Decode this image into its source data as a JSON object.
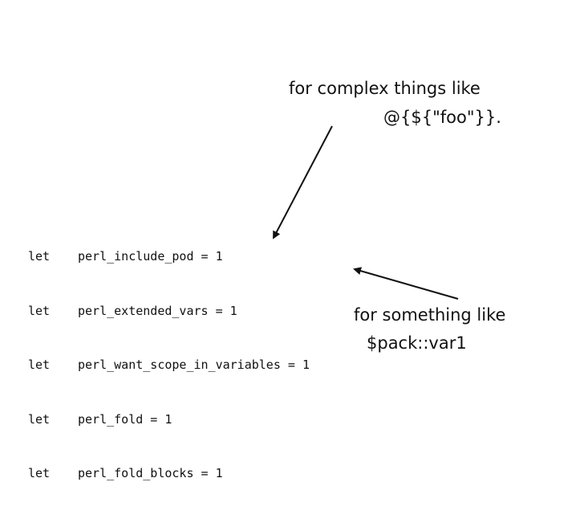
{
  "code": {
    "lines": [
      {
        "keyword": "let",
        "text": "perl_include_pod = 1"
      },
      {
        "keyword": "let",
        "text": "perl_extended_vars = 1"
      },
      {
        "keyword": "let",
        "text": "perl_want_scope_in_variables = 1"
      },
      {
        "keyword": "let",
        "text": "perl_fold = 1"
      },
      {
        "keyword": "let",
        "text": "perl_fold_blocks = 1"
      }
    ]
  },
  "annotations": {
    "complex": {
      "line1": "for complex things like",
      "line2": "@{${\"foo\"}}."
    },
    "simple": {
      "line1": "for something like",
      "line2": "$pack::var1"
    }
  },
  "colors": {
    "text": "#111111",
    "background": "#ffffff"
  }
}
